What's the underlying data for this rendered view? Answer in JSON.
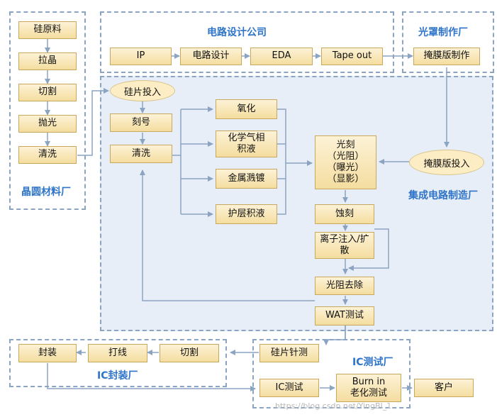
{
  "groups": {
    "wafer": "晶圆材料厂",
    "design": "电路设计公司",
    "mask": "光罩制作厂",
    "fab": "集成电路制造厂",
    "test": "IC测试厂",
    "package": "IC封装厂"
  },
  "wafer_steps": [
    "硅原料",
    "拉晶",
    "切割",
    "抛光",
    "清洗"
  ],
  "design_steps": [
    "IP",
    "电路设计",
    "EDA",
    "Tape out"
  ],
  "mask_step": "掩膜版制作",
  "fab": {
    "input": "硅片投入",
    "mark": "刻号",
    "clean": "清洗",
    "oxidation": "氧化",
    "cvd": "化学气相\n积液",
    "metal": "金属溅镀",
    "protect": "护层积液",
    "litho": "光刻\n（光阻）\n（曝光）\n（显影）",
    "mask_in": "掩膜版投入",
    "etch": "蚀刻",
    "implant": "离子注入/扩\n散",
    "strip": "光阻去除",
    "wat": "WAT测试"
  },
  "package_steps": [
    "封装",
    "打线",
    "切割"
  ],
  "test": {
    "probe": "硅片针测",
    "ic_test": "IC测试",
    "burn_in": "Burn in\n老化测试",
    "customer": "客户"
  },
  "watermark": "https://blog.csdn.net/YingBI_1",
  "colors": {
    "arrow": "#8aa4c2",
    "group_label": "#2e74c8",
    "node_fill": "#f4dd9f",
    "fab_bg": "#e8eef7"
  }
}
